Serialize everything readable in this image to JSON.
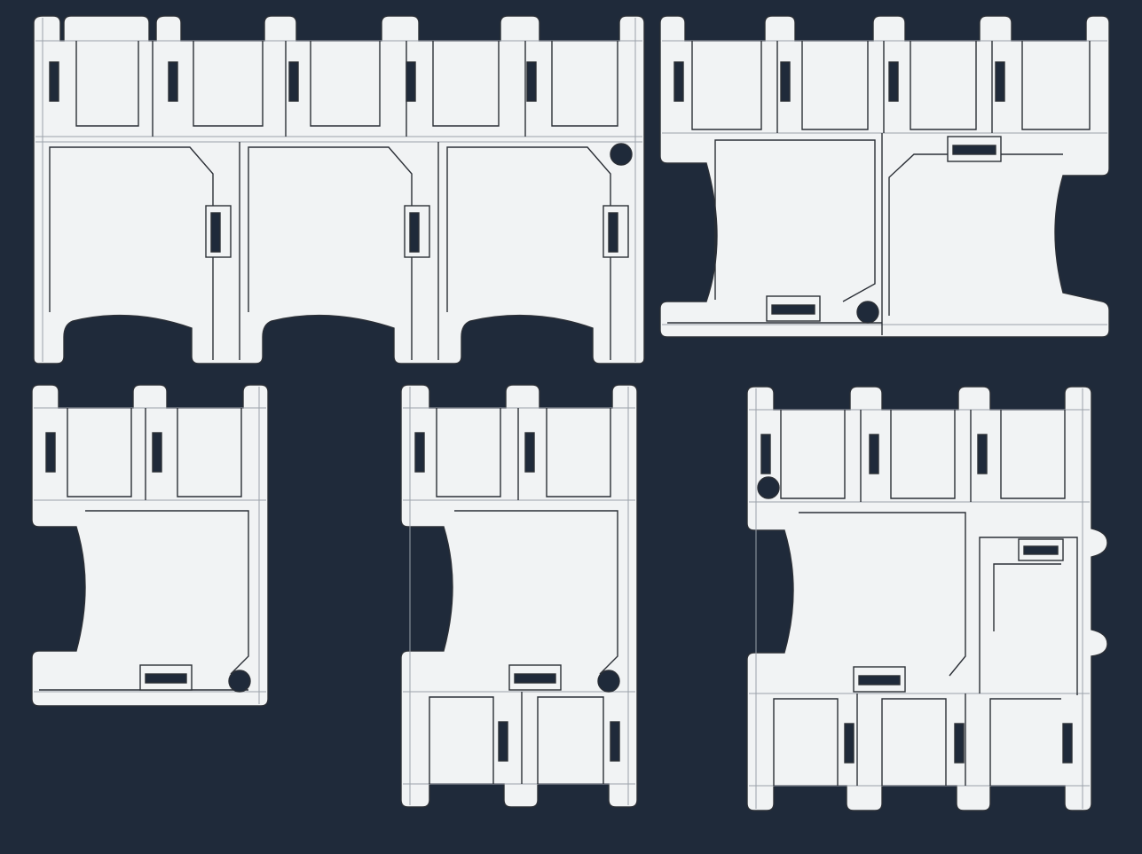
{
  "colors": {
    "background": "#1f2a3a",
    "part_fill": "#f1f3f4",
    "outline": "#2b2f36",
    "detail": "#9aa1aa",
    "slot": "#1f2a3a"
  },
  "parts": [
    {
      "id": "five-wide-top-module",
      "icon": "connector-part-outline"
    },
    {
      "id": "four-wide-top-module",
      "icon": "connector-part-outline"
    },
    {
      "id": "three-wide-single-module",
      "icon": "connector-part-outline"
    },
    {
      "id": "three-wide-double-module",
      "icon": "connector-part-outline"
    },
    {
      "id": "four-wide-double-module",
      "icon": "connector-part-outline"
    }
  ]
}
